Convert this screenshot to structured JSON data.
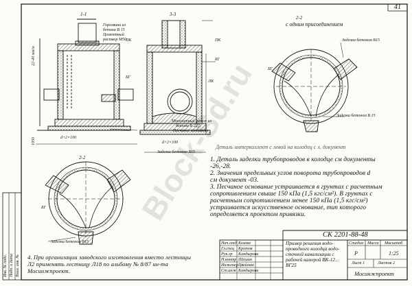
{
  "page_number": "41",
  "watermark": "Block-Sd.ru",
  "sections": {
    "s11": "1-1",
    "s33": "3-3",
    "s22a": "2-2",
    "s22b": "2-2",
    "one_connection": "с одним присоединением"
  },
  "labels": {
    "pk1": "ПК",
    "pk2": "ПК",
    "bg1": "БГ",
    "bg2": "БГ",
    "bg3": "БГ",
    "bg4": "БГ",
    "lk": "ЛК",
    "neck": "Горловина из",
    "neck2": "бетона В 15",
    "mortar": "Цементный",
    "mortar2": "раствор М50",
    "seal_top": "Заделка бетоном В15",
    "seal_right": "Заделка бетоном В 15",
    "seal_mid": "Заделка бетоном В15",
    "seal_bottom": "Заделка бетоном В15",
    "tray": "Монолитный лоток из",
    "tray2": "бетона В 22,5",
    "sand": "Песчаное основание",
    "note_over": "Деталь интерколлект с левой на колодец с л. документ",
    "dim_side": "22-40 мм/м",
    "dim_side2": "1050",
    "dim_1": "d+2×100",
    "dim_2": "d+2×100"
  },
  "notes": [
    "1. Деталь заделки трубопроводов в колодце см документы",
    "   -26,-28.",
    "2. Значения предельных углов поворота трубопроводов d",
    "   см документ -03.",
    "3. Песчаное основание устраивается в грунтах с расчетным",
    "   сопротивлением свыше 150 кПа (1,5 кгс/см²). В грунтах с",
    "   расчетным сопротивлением менее 150 кПа (1,5 кгс/см²)",
    "   устраивается искусственное основание, тип которого",
    "   определяется проектом привязки."
  ],
  "bottom_notes": [
    "4. При организации заводского изготовления вместо лестницы",
    "   Л2 применять лестницу Л18 по альбому № 8/87 ин-та",
    "   Мосинжпроект."
  ],
  "side_stamp": [
    "Инв. № подл.",
    "Подп. и дата",
    "Взам. инв. №"
  ],
  "title_block": {
    "code": "СК 2201-88-48",
    "title": [
      "Пример решения водо-",
      "проводного колодца водо-",
      "сточной канализации с",
      "рабочей камерой ВК-12...",
      "ВГ25"
    ],
    "stage_h": "Стадия",
    "mass_h": "Масса",
    "scale_h": "Масштаб",
    "stage": "Р",
    "scale": "1:25",
    "sheet": "Лист 1",
    "sheets": "Листов 2",
    "org": "Мосинжпроект",
    "roles": [
      "Нач.отд",
      "Гл.спец",
      "Рук.гр",
      "Н.контр",
      "Инженер",
      "Ст.инж"
    ],
    "names": [
      "Козева",
      "Кротов",
      "Кандырова",
      "Шешин",
      "Цвейман",
      "Кандырова"
    ]
  }
}
